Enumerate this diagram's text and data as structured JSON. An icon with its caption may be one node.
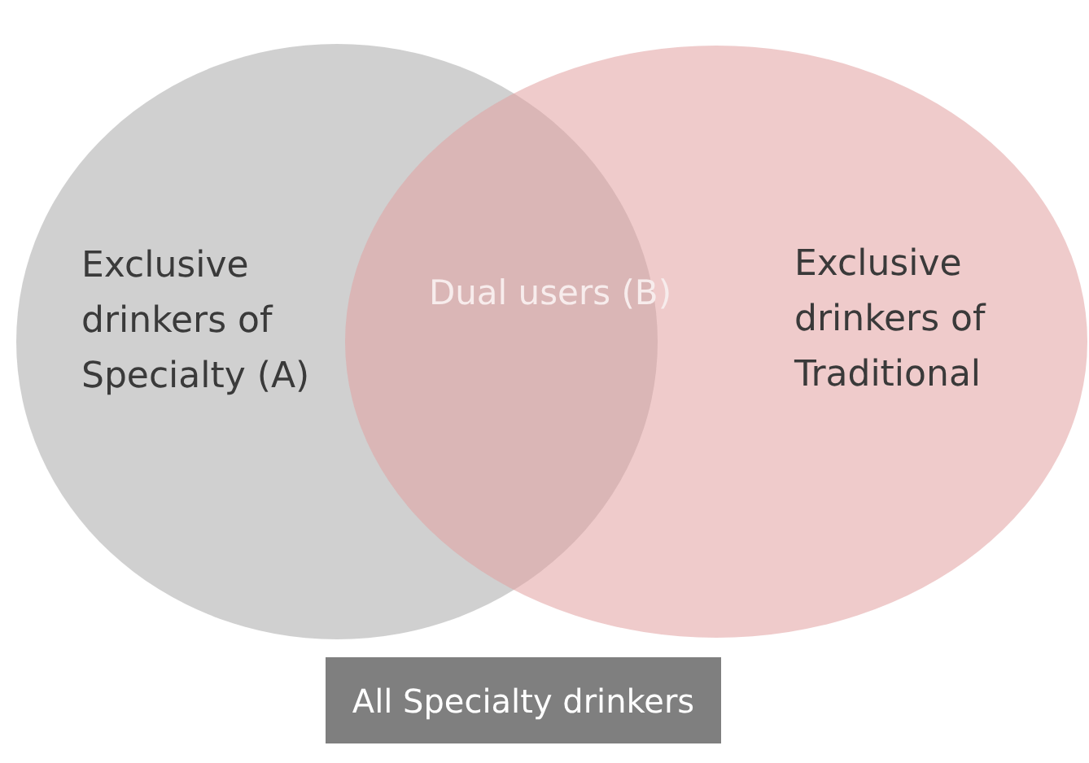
{
  "diagram": {
    "nodes": [
      {
        "text": [
          "Exclusive drinkers of Specialty (A)"
        ]
      },
      {
        "text": [
          "Exclusive drinkers of Traditional"
        ]
      },
      {
        "text": [
          "Dual users (B)"
        ]
      },
      {
        "text": [
          "All Specialty drinkers"
        ]
      }
    ],
    "edges": []
  }
}
